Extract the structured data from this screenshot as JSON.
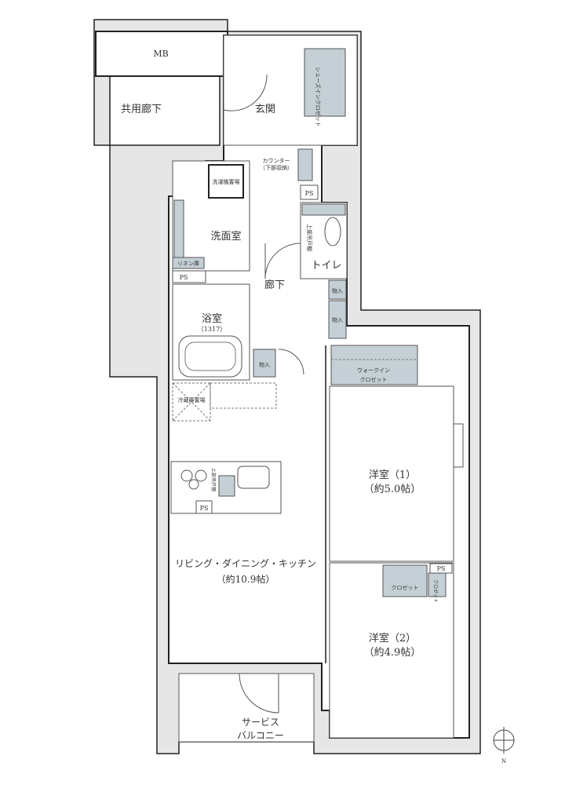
{
  "rooms": {
    "mb": "MB",
    "common_corridor": "共用廊下",
    "entrance": "玄関",
    "shoe_closet": "シューズインクロゼット",
    "counter": "カウンター",
    "counter_sub": "（下部収納）",
    "ps": "PS",
    "washer": "洗濯機置場",
    "washroom": "洗面室",
    "linen": "リネン庫",
    "toilet": "トイレ",
    "toilet_shelf": "上部吊戸棚",
    "hallway": "廊下",
    "storage": "物入",
    "bath": "浴室",
    "bath_size": "（1317）",
    "fridge": "冷蔵庫置場",
    "kitchen_shelf": "上部吊戸棚",
    "walk_in": "ウォークイン",
    "walk_in2": "クロゼット",
    "ldk": "リビング・ダイニング・キッチン",
    "ldk_size": "（約10.9帖）",
    "room1": "洋室（1）",
    "room1_size": "（約5.0帖）",
    "room2": "洋室（2）",
    "room2_size": "（約4.9帖）",
    "closet": "クロゼット",
    "balcony": "サービス",
    "balcony2": "バルコニー"
  },
  "compass": {
    "north": "N"
  },
  "colors": {
    "storage_fill": "#c4d0d6",
    "shell": "#e6e6e6",
    "wall_line": "#222222"
  }
}
